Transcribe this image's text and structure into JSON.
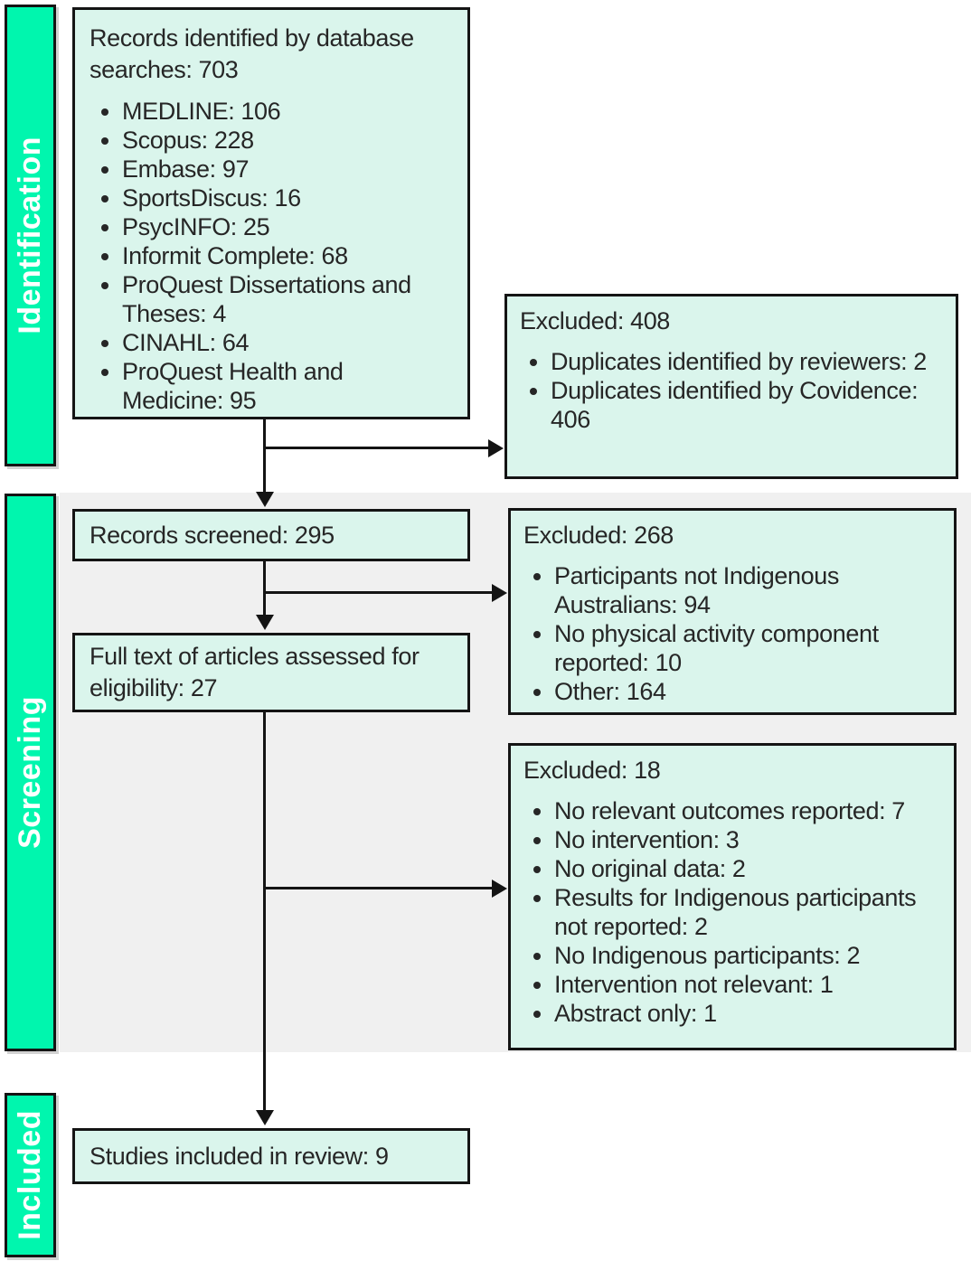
{
  "stages": {
    "identification": "Identification",
    "screening": "Screening",
    "included": "Included"
  },
  "colors": {
    "rail_green": "#00F6AE",
    "box_fill": "#DAF5EC",
    "band_gray": "#F0F0F0",
    "line": "#141414",
    "text": "#262626"
  },
  "boxes": {
    "identified": {
      "title": "Records identified by database searches: 703",
      "items": [
        "MEDLINE: 106",
        "Scopus: 228",
        "Embase: 97",
        "SportsDiscus: 16",
        "PsycINFO: 25",
        "Informit Complete: 68",
        "ProQuest Dissertations and Theses: 4",
        "CINAHL: 64",
        "ProQuest Health and Medicine: 95"
      ]
    },
    "excluded_duplicates": {
      "title": "Excluded: 408",
      "items": [
        "Duplicates identified by reviewers: 2",
        "Duplicates identified by Covidence: 406"
      ]
    },
    "screened": {
      "title": "Records screened: 295"
    },
    "excluded_screening": {
      "title": "Excluded: 268",
      "items": [
        "Participants not Indigenous Australians: 94",
        "No physical activity component reported: 10",
        "Other: 164"
      ]
    },
    "fulltext": {
      "title": "Full text of articles assessed for eligibility: 27"
    },
    "excluded_fulltext": {
      "title": "Excluded: 18",
      "items": [
        "No relevant outcomes reported: 7",
        "No intervention: 3",
        "No original data: 2",
        "Results for Indigenous participants not reported: 2",
        "No Indigenous participants: 2",
        "Intervention not relevant: 1",
        "Abstract only: 1"
      ]
    },
    "included_studies": {
      "title": "Studies included in review: 9"
    }
  }
}
